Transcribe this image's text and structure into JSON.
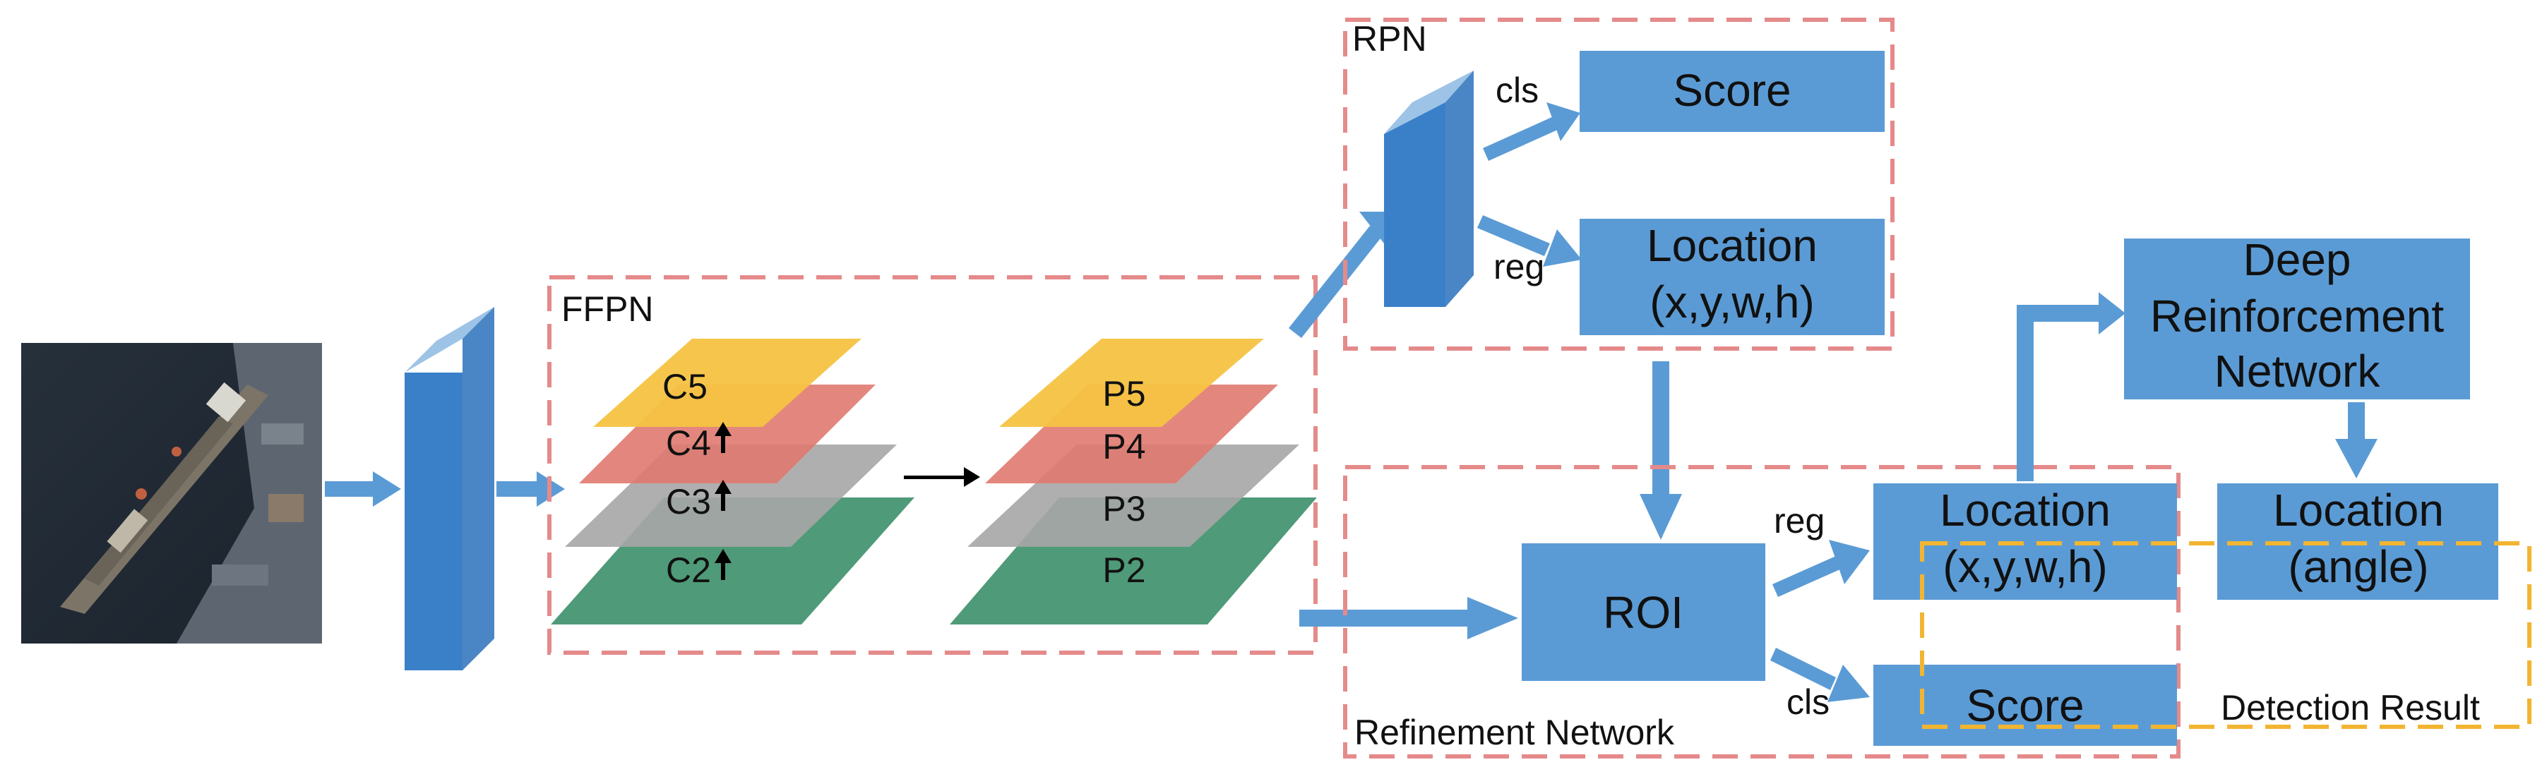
{
  "sections": {
    "rpn": "RPN",
    "ffpn": "FFPN",
    "refinement": "Refinement Network",
    "detection": "Detection Result"
  },
  "rpn": {
    "cls": "cls",
    "reg": "reg",
    "score": "Score",
    "location_line1": "Location",
    "location_line2": "(x,y,w,h)"
  },
  "ffpn": {
    "c_layers": [
      "C5",
      "C4",
      "C3",
      "C2"
    ],
    "p_layers": [
      "P5",
      "P4",
      "P3",
      "P2"
    ]
  },
  "refine": {
    "roi": "ROI",
    "reg": "reg",
    "cls": "cls",
    "location_line1": "Location",
    "location_line2": "(x,y,w,h)",
    "score": "Score"
  },
  "drn": {
    "line1": "Deep",
    "line2": "Reinforcement",
    "line3": "Network"
  },
  "result": {
    "location_line1": "Location",
    "location_line2": "(angle)"
  },
  "colors": {
    "box_blue": "#5b9bd5",
    "arrow_blue": "#5b9bd5",
    "dashed_red": "#e58a8a",
    "dashed_yellow": "#f2b531",
    "layer_yellow": "#f5c342",
    "layer_red": "#e07a70",
    "layer_gray": "#a6a6a6",
    "layer_green": "#4f9a78"
  }
}
